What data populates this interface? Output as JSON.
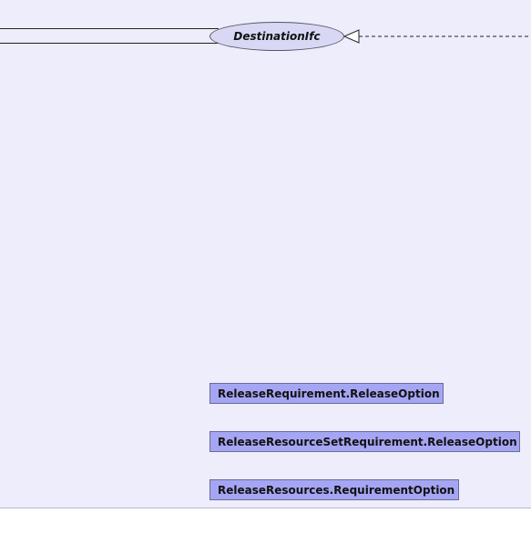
{
  "interface": {
    "name": "DestinationIfc"
  },
  "classes": [
    {
      "name": "ReleaseRequirement.ReleaseOption"
    },
    {
      "name": "ReleaseResourceSetRequirement.ReleaseOption"
    },
    {
      "name": "ReleaseResources.RequirementOption"
    }
  ],
  "colors": {
    "canvas_background": "#ededfb",
    "class_fill": "#a5a6f3",
    "interface_fill": "#d8d8f4",
    "line": "#222222"
  }
}
